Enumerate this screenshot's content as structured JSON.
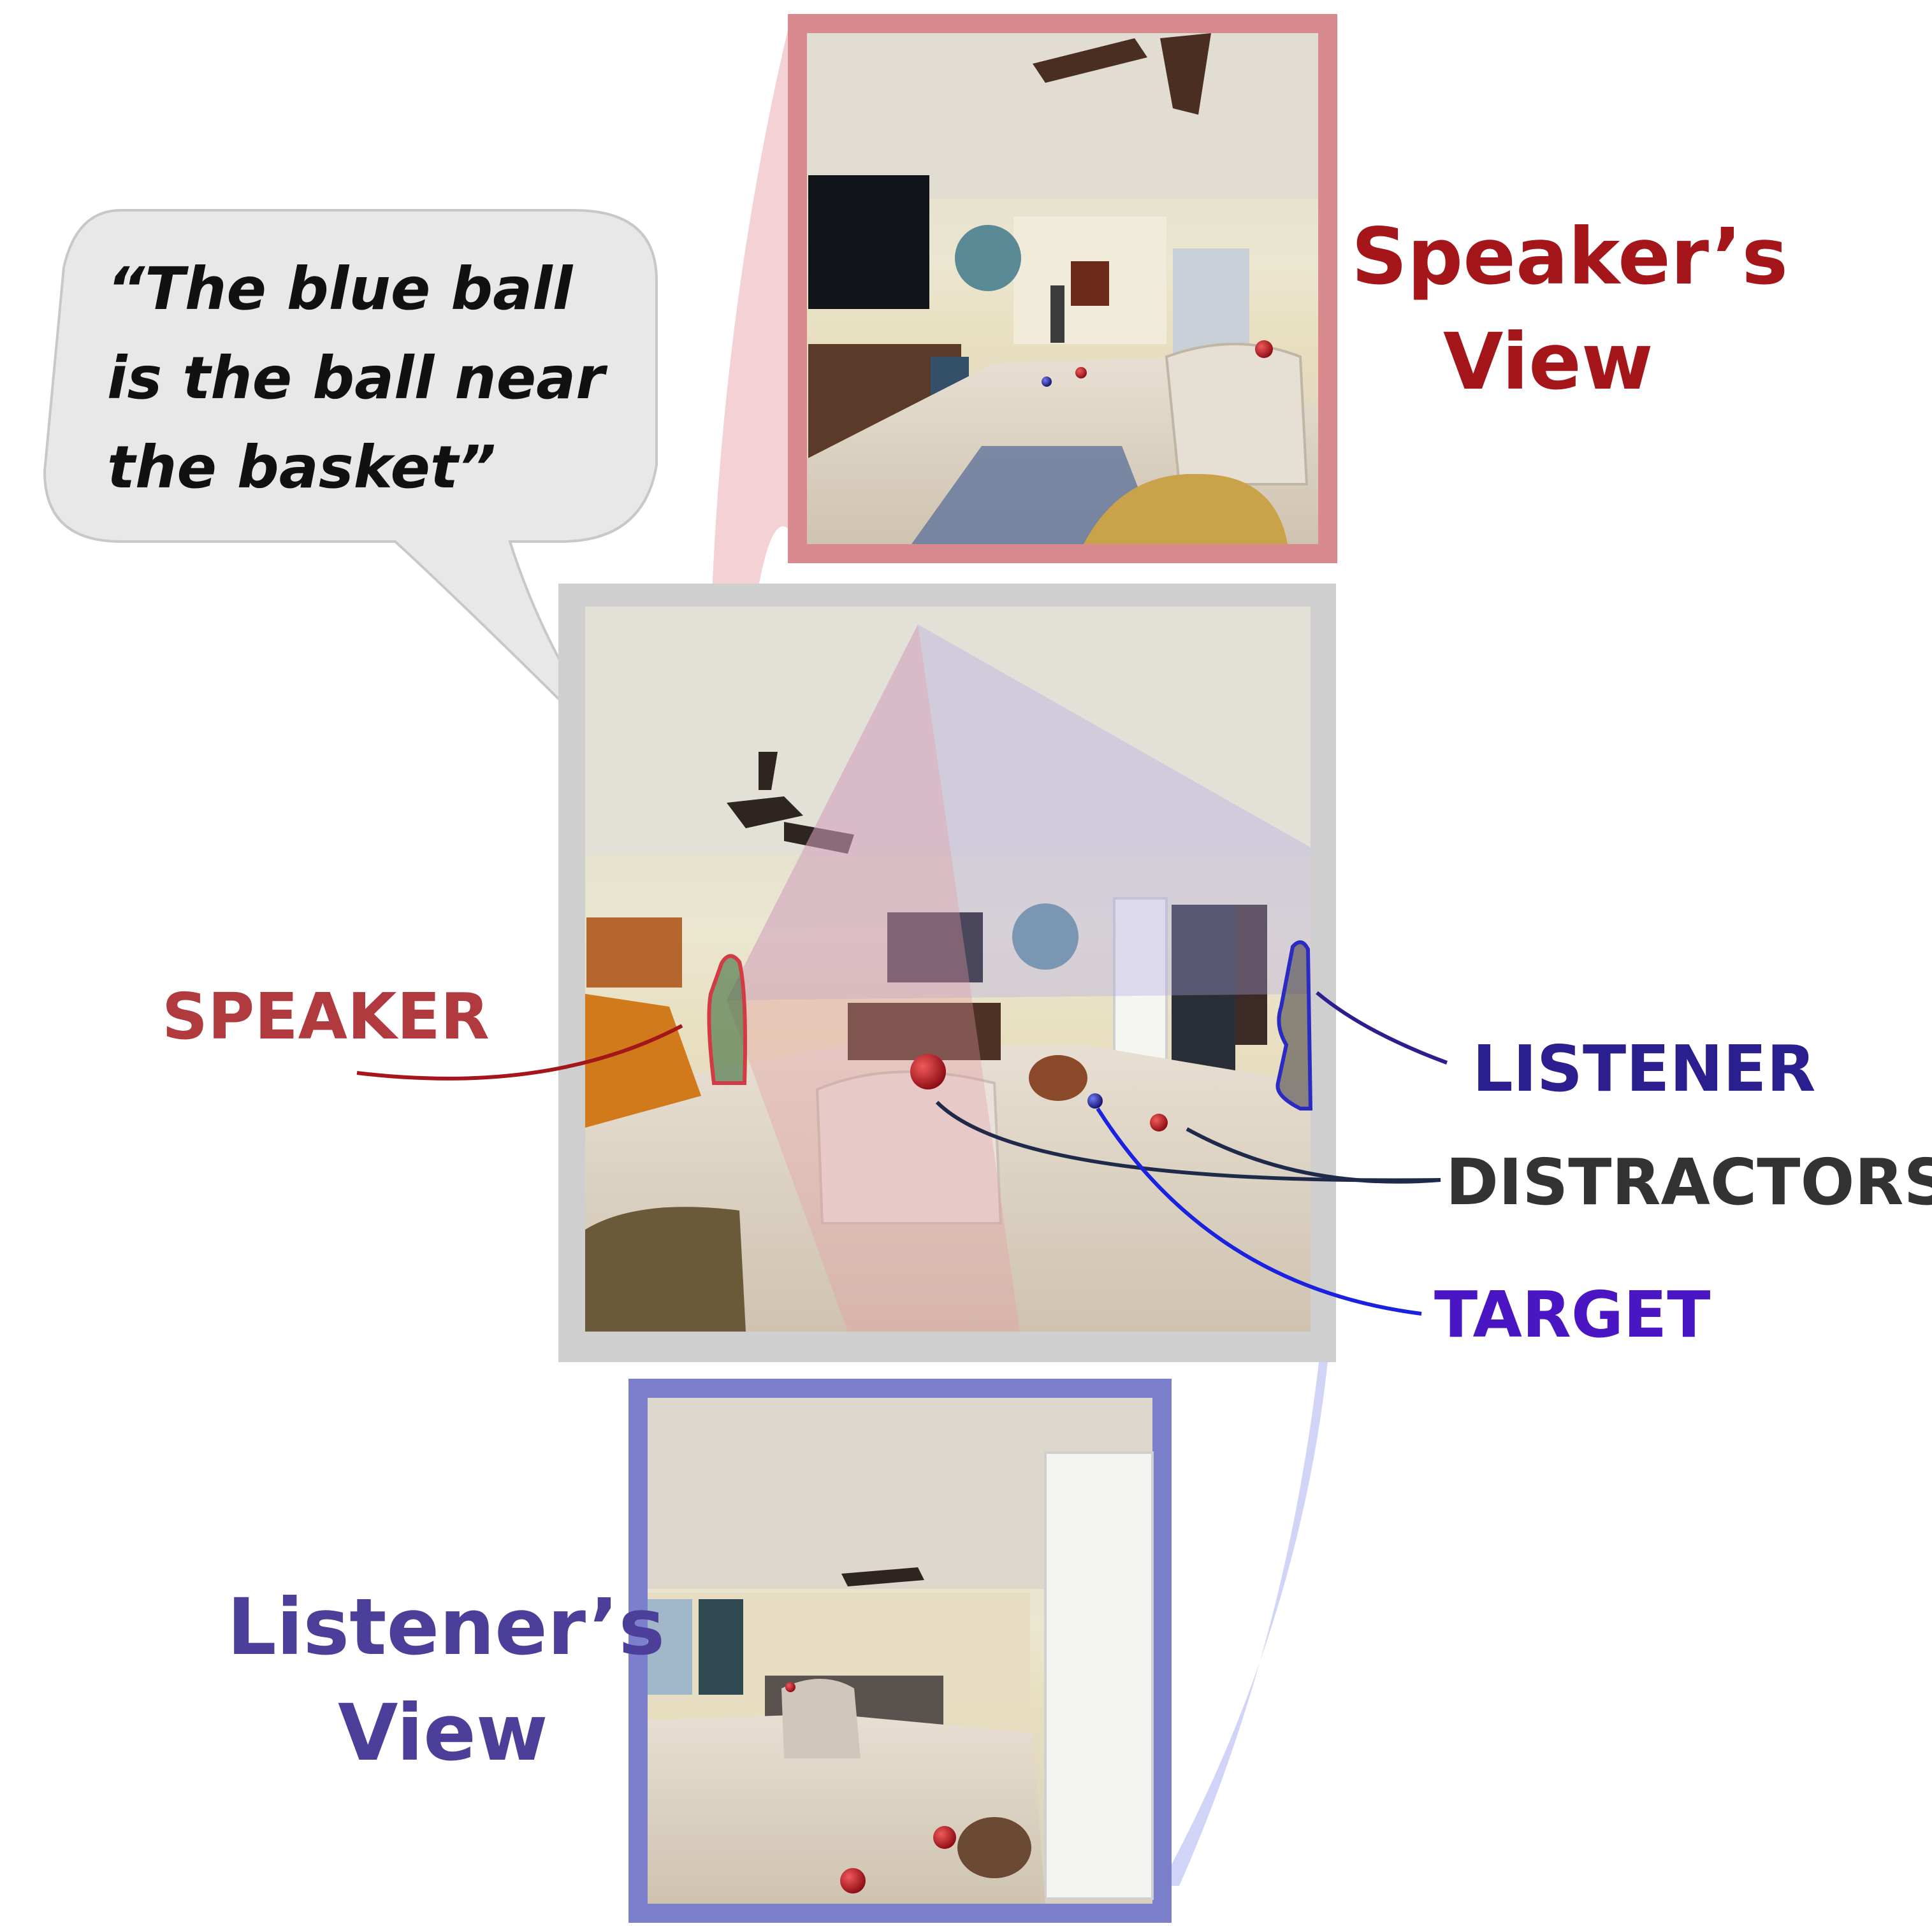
{
  "quote": {
    "lines": [
      "“The blue ball",
      "is the ball near",
      "the basket”"
    ]
  },
  "speaker_view": {
    "lines": [
      "Speaker’s",
      "View"
    ]
  },
  "listener_view": {
    "lines": [
      "Listener’s",
      "View"
    ]
  },
  "labels": {
    "speaker": "SPEAKER",
    "listener": "LISTENER",
    "distractors": "DISTRACTORS",
    "target": "TARGET"
  },
  "colors": {
    "speaker": "#a4161a",
    "speaker_label": "#b03a3e",
    "speaker_frame": "#d98a8e",
    "listener": "#2b1f8f",
    "listener_label": "#4b3f9a",
    "listener_frame": "#7b7fcc",
    "distractors": "#333333",
    "target": "#4a16c4",
    "center_frame": "#cfcfcf",
    "bubble": "#e6e6e6",
    "red_ball": "#b80f1a",
    "blue_ball": "#1a1aa0"
  }
}
